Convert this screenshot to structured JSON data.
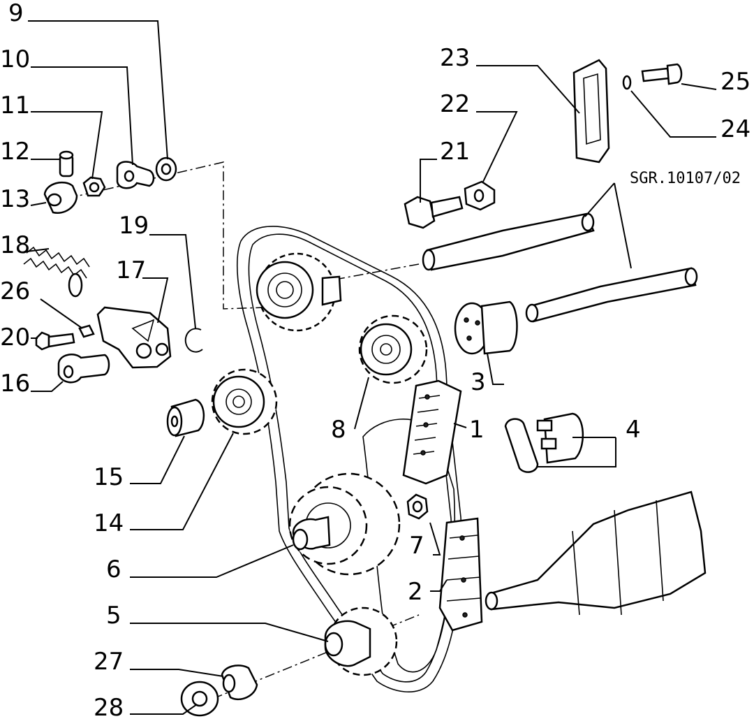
{
  "reference_code": "SGR.10107/02",
  "callouts": [
    "1",
    "2",
    "3",
    "4",
    "5",
    "6",
    "7",
    "8",
    "9",
    "10",
    "11",
    "12",
    "13",
    "14",
    "15",
    "16",
    "17",
    "18",
    "19",
    "20",
    "21",
    "22",
    "23",
    "24",
    "25",
    "26",
    "27",
    "28"
  ]
}
